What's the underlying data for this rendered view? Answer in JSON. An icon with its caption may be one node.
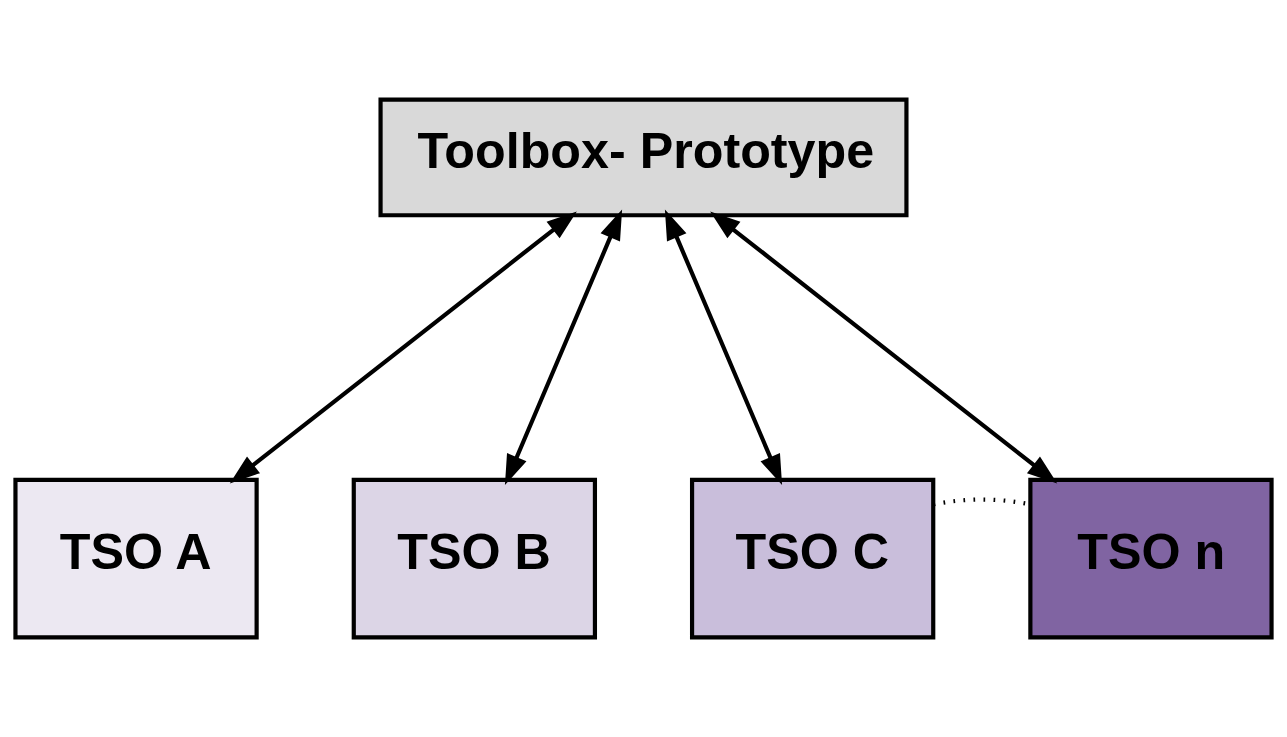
{
  "diagram": {
    "nodes": [
      {
        "text": [
          "Toolbox- Prototype"
        ]
      },
      {
        "text": [
          "TSO A"
        ]
      },
      {
        "text": [
          "TSO B"
        ]
      },
      {
        "text": [
          "TSO C"
        ]
      },
      {
        "text": [
          "TSO n"
        ]
      }
    ],
    "edges": [
      {
        "from": 0,
        "to": 1,
        "arrow": "both"
      },
      {
        "from": 0,
        "to": 2,
        "arrow": "both"
      },
      {
        "from": 0,
        "to": 3,
        "arrow": "both"
      },
      {
        "from": 0,
        "to": 4,
        "arrow": "both"
      },
      {
        "from": 3,
        "to": 4,
        "arrow": "none",
        "style": "dashed"
      }
    ]
  }
}
